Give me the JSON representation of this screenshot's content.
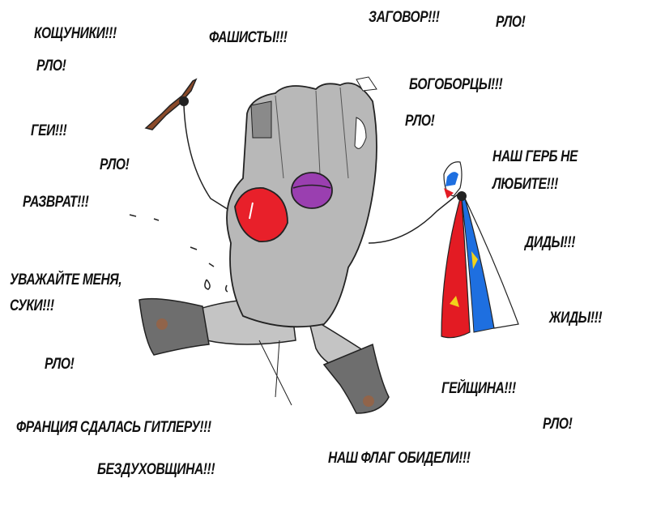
{
  "shouts": {
    "koshchuniki": "КОЩУНИКИ!!!",
    "fashisty": "ФАШИСТЫ!!!",
    "zagovor": "ЗАГОВОР!!!",
    "rlo_1": "РЛО!",
    "rlo_2": "РЛО!",
    "bogobortsy": "БОГОБОРЦЫ!!!",
    "rlo_3": "РЛО!",
    "gei": "ГЕИ!!!",
    "rlo_4": "РЛО!",
    "gerb_line1": "НАШ ГЕРБ НЕ",
    "gerb_line2": "ЛЮБИТЕ!!!",
    "razvrat": "РАЗВРАТ!!!",
    "didy": "ДИДЫ!!!",
    "uvazhaite_line1": "УВАЖАЙТЕ МЕНЯ,",
    "uvazhaite_line2": "СУКИ!!!",
    "zhidy": "ЖИДЫ!!!",
    "rlo_5": "РЛО!",
    "geishchina": "ГЕЙЩИНА!!!",
    "rlo_6": "РЛО!",
    "frantsiya": "ФРАНЦИЯ СДАЛАСЬ ГИТЛЕРУ!!!",
    "flag_obideli": "НАШ ФЛАГ ОБИДЕЛИ!!!",
    "bezdukhovshchina": "БЕЗДУХОВЩИНА!!!"
  },
  "colors": {
    "glove": "#b8b8b8",
    "boot": "#6e6e6e",
    "nose": "#e8202a",
    "eye": "#9a3fb0",
    "flag_red": "#e31b23",
    "flag_blue": "#1e6fe0",
    "flag_white": "#ffffff",
    "ribbon": "#8a4a2a"
  }
}
